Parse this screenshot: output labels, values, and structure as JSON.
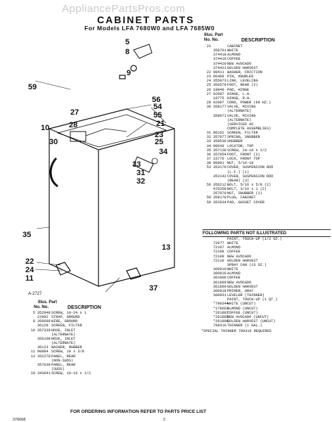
{
  "watermark": "AppliancePartsPros.com",
  "title": "CABINET PARTS",
  "subtitle": "For Models LFA 7680W0 and LFA 7685W0",
  "figure_label": "A-2727",
  "callouts": [
    "5",
    "8",
    "9",
    "59",
    "56",
    "27",
    "28",
    "10",
    "30",
    "54",
    "55",
    "21",
    "23",
    "25",
    "34",
    "33",
    "31",
    "32",
    "35",
    "22",
    "24",
    "11",
    "37",
    "13"
  ],
  "headers": {
    "ills": "Illus.",
    "part": "Part",
    "no": "No.",
    "part_no": "No.",
    "description": "DESCRIPTION"
  },
  "right_parts": [
    [
      "21",
      "",
      "CABINET"
    ],
    [
      "",
      "358761",
      "WHITE"
    ],
    [
      "",
      "374418",
      "ALMOND"
    ],
    [
      "",
      "374419",
      "COFFEE"
    ],
    [
      "",
      "374420",
      "NEW AVOCADO"
    ],
    [
      "",
      "374421",
      "GOLDEN HARVEST"
    ],
    [
      "22",
      "98411",
      "WASHER, FRICTION"
    ],
    [
      "23",
      "96409",
      "PIN, KNURLED"
    ],
    [
      "24",
      "355873",
      "LINK, LEVELING"
    ],
    [
      "25",
      "356579",
      "FOOT, REAR (2)"
    ],
    [
      "26",
      "18849",
      "PAD, HINGE"
    ],
    [
      "27",
      "92687",
      "HINGE, L.H."
    ],
    [
      "",
      "18775",
      "HINGE, R.H."
    ],
    [
      "28",
      "92687",
      "CORD, POWER (60 HZ.)"
    ],
    [
      "30",
      "358177",
      "VALVE, MIXING"
    ],
    [
      "",
      "",
      "(ALTERNATE)"
    ],
    [
      "",
      "358971",
      "VALVE, MIXING"
    ],
    [
      "",
      "",
      "(ALTERNATE)"
    ],
    [
      "",
      "",
      "(SERVICED AS"
    ],
    [
      "",
      "",
      "COMPLETE ASSEMBLIES)"
    ],
    [
      "31",
      "96162",
      "SCREEN, FILTER"
    ],
    [
      "32",
      "357077",
      "SPRING, SNUBBER"
    ],
    [
      "33",
      "358536",
      "SNUBBER"
    ],
    [
      "34",
      "98649",
      "LOCATOR, TOP"
    ],
    [
      "35",
      "357138",
      "SCREW, 10-16 x 1/2"
    ],
    [
      "36",
      "357054",
      "FOOT, FRONT (2)"
    ],
    [
      "37",
      "15776",
      "LOCK, FRONT TOP"
    ],
    [
      "38",
      "90891",
      "NUT, 5/16-18"
    ],
    [
      "53",
      "353170",
      "COVER, SUSPENSION ROD"
    ],
    [
      "",
      "",
      "(L.F.) (1)"
    ],
    [
      "",
      "353142",
      "COVER, SUSPENSION ROD"
    ],
    [
      "",
      "",
      "(REAR) (3)"
    ],
    [
      "56",
      "356212",
      "BOLT, 5/16 x 5/8 (2)"
    ],
    [
      "",
      "476358",
      "BOLT, 3/16 x 1 (2)"
    ],
    [
      "",
      "357070",
      "NUT, SNUBBER (1)"
    ],
    [
      "58",
      "358179",
      "PLUG, CABINET"
    ],
    [
      "59",
      "352934",
      "PAD, GUSSET COVER"
    ]
  ],
  "section_title": "FOLLOWING PARTS NOT ILLUSTRATED",
  "right_parts2": [
    [
      "",
      "",
      "PAINT, TOUCH-UP (1/2 OZ.)"
    ],
    [
      "",
      "72077",
      "WHITE"
    ],
    [
      "",
      "72107",
      "ALMOND"
    ],
    [
      "",
      "72108",
      "COFFEE"
    ],
    [
      "",
      "72109",
      "NEW AVOCADO"
    ],
    [
      "",
      "72110",
      "GOLDEN HARVEST"
    ],
    [
      "",
      "",
      "SPRAY CAN (13 OZ.)"
    ],
    [
      "",
      "360910",
      "WHITE"
    ],
    [
      "",
      "360916",
      "ALMOND"
    ],
    [
      "",
      "361006",
      "COFFEE"
    ],
    [
      "",
      "361889",
      "NEW AVOCADO"
    ],
    [
      "",
      "361890",
      "GOLDEN HARVEST"
    ],
    [
      "",
      "360918",
      "PRIMER, GRAY"
    ],
    [
      "",
      "360931",
      "LEVELER (THINNER)"
    ],
    [
      "",
      "",
      "PAINT, TOUCH-UP (1 QT.)"
    ],
    [
      "",
      "*799344",
      "WHITE (UNCUT)"
    ],
    [
      "",
      "*178663",
      "ALMOND (UNCUT)"
    ],
    [
      "",
      "*261887",
      "COFFEE (UNCUT)"
    ],
    [
      "",
      "*261885",
      "NEW AVOCADO (UNCUT)"
    ],
    [
      "",
      "*261896",
      "GOLDEN HARVEST (UNCUT)"
    ],
    [
      "",
      "799316",
      "THINNER (1 GAL.)"
    ]
  ],
  "special_note": "*SPECIAL THINNER 799316 REQUIRED",
  "left_parts": [
    [
      "5",
      "352848",
      "SCREW, 10-24 x 1"
    ],
    [
      "",
      "22992",
      "STRAP, GROUND"
    ],
    [
      "8",
      "356099",
      "WIRE, GROUND"
    ],
    [
      "",
      "36129",
      "SCREEN, FILTER"
    ],
    [
      "10",
      "357339",
      "HOSE, INLET"
    ],
    [
      "",
      "",
      "(ALTERNATE)"
    ],
    [
      "",
      "356108",
      "HOSE, INLET"
    ],
    [
      "",
      "",
      "(ALTERNATE)"
    ],
    [
      "",
      "36123",
      "WASHER, RUBBER"
    ],
    [
      "11",
      "90884",
      "SCREW, 10 x 3/8"
    ],
    [
      "13",
      "352270",
      "PANEL, REAR"
    ],
    [
      "",
      "",
      "(NON-SUDS)"
    ],
    [
      "",
      "357038",
      "PANEL, REAR"
    ],
    [
      "",
      "",
      "(SUDS)"
    ],
    [
      "19",
      "343641",
      "SCREW, 10-16 x 1/2"
    ]
  ],
  "order_info": "FOR ORDERING INFORMATION REFER TO PARTS PRICE LIST",
  "doc_number": "376668",
  "page_number": "2"
}
